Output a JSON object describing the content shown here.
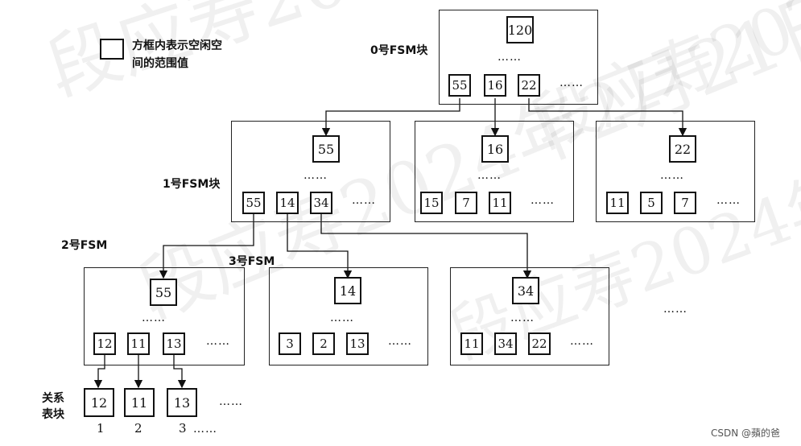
{
  "legend": {
    "text_line1": "方框内表示空闲空",
    "text_line2": "间的范围值"
  },
  "labels": {
    "fsm0": "0号FSM块",
    "fsm1": "1号FSM块",
    "fsm2": "2号FSM",
    "fsm3": "3号FSM",
    "rel_line1": "关系",
    "rel_line2": "表块"
  },
  "dots": "……",
  "blocks": {
    "b0": {
      "top": "120",
      "children": [
        "55",
        "16",
        "22"
      ]
    },
    "b1": {
      "top": "55",
      "children": [
        "55",
        "14",
        "34"
      ]
    },
    "b16": {
      "top": "16",
      "children": [
        "15",
        "7",
        "11"
      ]
    },
    "b22": {
      "top": "22",
      "children": [
        "11",
        "5",
        "7"
      ]
    },
    "b55": {
      "top": "55",
      "children": [
        "12",
        "11",
        "13"
      ]
    },
    "b14": {
      "top": "14",
      "children": [
        "3",
        "2",
        "13"
      ]
    },
    "b34": {
      "top": "34",
      "children": [
        "11",
        "34",
        "22"
      ]
    }
  },
  "relation_blocks": [
    "12",
    "11",
    "13"
  ],
  "relation_numbers": [
    "1",
    "2",
    "3"
  ],
  "credit": "CSDN @蘋的爸",
  "watermark": "段应寿2024年2月21日"
}
